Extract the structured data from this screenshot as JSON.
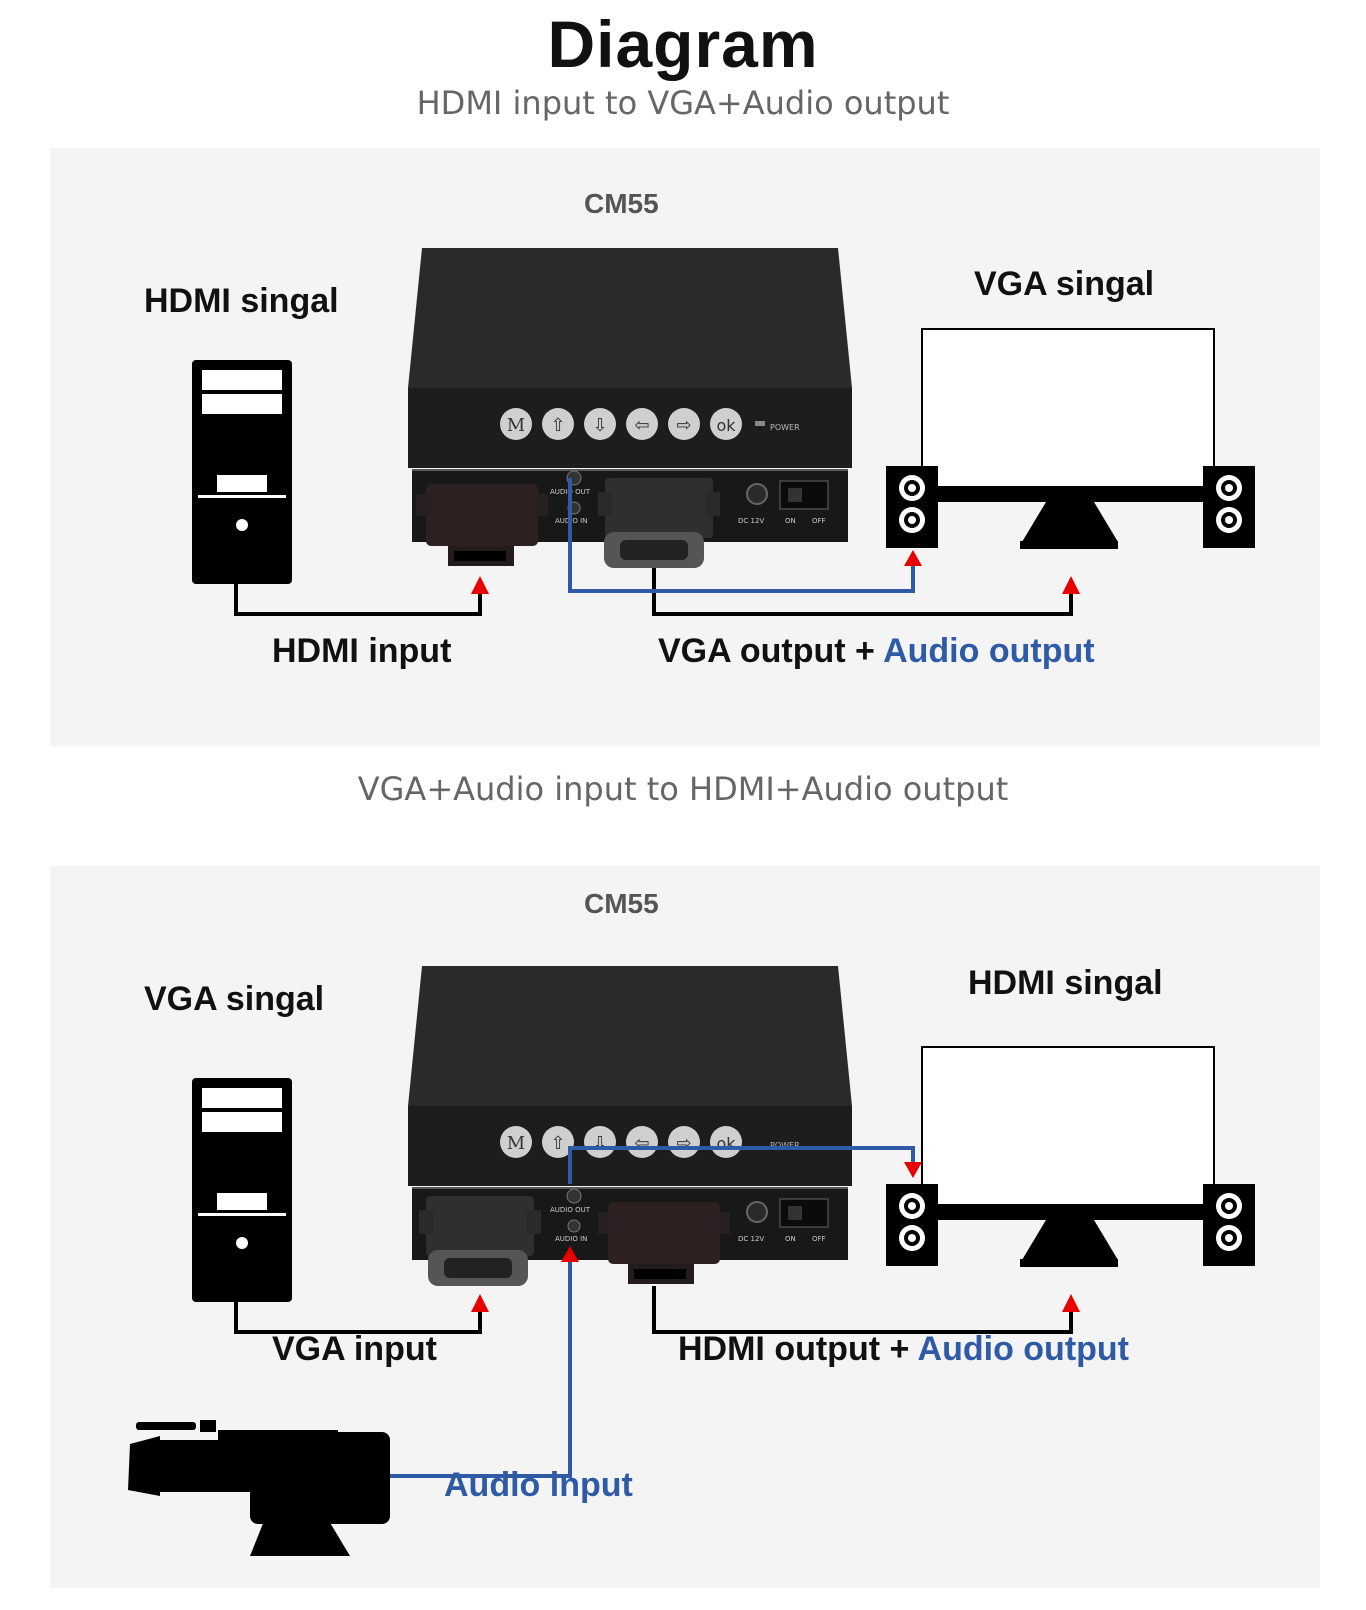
{
  "header": {
    "title": "Diagram",
    "subtitle1": "HDMI input  to  VGA+Audio output",
    "subtitle2": "VGA+Audio input  to  HDMI+Audio output"
  },
  "device": {
    "buttons": [
      "M",
      "⇧",
      "⇩",
      "⇦",
      "⇨",
      "ok"
    ],
    "power_label": "POWER",
    "audio_out_label": "AUDIO OUT",
    "audio_in_label": "AUDIO IN",
    "dc_label": "DC 12V",
    "on_label": "ON",
    "off_label": "OFF"
  },
  "panel1": {
    "model": "CM55",
    "source_label": "HDMI singal",
    "dest_label": "VGA singal",
    "input_label": "HDMI input",
    "output_label": "VGA output + ",
    "audio_label": "Audio output"
  },
  "panel2": {
    "model": "CM55",
    "source_label": "VGA singal",
    "dest_label": "HDMI singal",
    "input_label": "VGA input",
    "output_label": "HDMI output + ",
    "audio_label": "Audio output",
    "audio_input_label": "Audio input"
  },
  "colors": {
    "audio_line": "#2e5aa6",
    "arrow": "#e60000",
    "device_body": "#1e1e1e"
  }
}
